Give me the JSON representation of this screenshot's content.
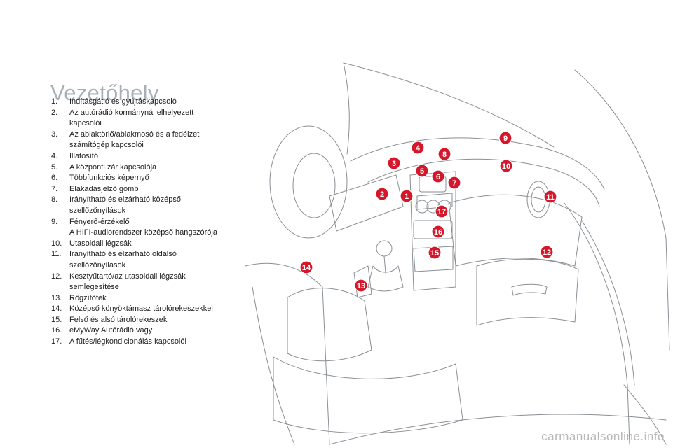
{
  "title": "Vezetőhely",
  "legend": [
    {
      "num": "1.",
      "lines": [
        "Indításgátló és gyújtáskapcsoló"
      ]
    },
    {
      "num": "2.",
      "lines": [
        "Az autórádió kormánynál elhelyezett",
        "kapcsolói"
      ]
    },
    {
      "num": "3.",
      "lines": [
        "Az ablaktörlő/ablakmosó és a fedélzeti",
        "számítógép kapcsolói"
      ]
    },
    {
      "num": "4.",
      "lines": [
        "Illatosító"
      ]
    },
    {
      "num": "5.",
      "lines": [
        "A központi zár kapcsolója"
      ]
    },
    {
      "num": "6.",
      "lines": [
        "Többfunkciós képernyő"
      ]
    },
    {
      "num": "7.",
      "lines": [
        "Elakadásjelző gomb"
      ]
    },
    {
      "num": "8.",
      "lines": [
        "Irányítható és elzárható középső",
        "szellőzőnyílások"
      ]
    },
    {
      "num": "9.",
      "lines": [
        "Fényerő-érzékelő",
        "A HIFI-audiorendszer középső hangszórója"
      ]
    },
    {
      "num": "10.",
      "lines": [
        "Utasoldali légzsák"
      ]
    },
    {
      "num": "11.",
      "lines": [
        "Irányítható és elzárható oldalsó",
        "szellőzőnyílások"
      ]
    },
    {
      "num": "12.",
      "lines": [
        "Kesztyűtartó/az utasoldali légzsák",
        "semlegesítése"
      ]
    },
    {
      "num": "13.",
      "lines": [
        "Rögzítőfék"
      ]
    },
    {
      "num": "14.",
      "lines": [
        "Középső könyöktámasz tárolórekeszekkel"
      ]
    },
    {
      "num": "15.",
      "lines": [
        "Felső és alsó tárolórekeszek"
      ]
    },
    {
      "num": "16.",
      "lines": [
        "eMyWay Autórádió vagy"
      ]
    },
    {
      "num": "17.",
      "lines": [
        "A fűtés/légkondicionálás kapcsolói"
      ]
    }
  ],
  "markers": [
    "1",
    "2",
    "3",
    "4",
    "5",
    "6",
    "7",
    "8",
    "9",
    "10",
    "11",
    "12",
    "13",
    "14",
    "15",
    "16",
    "17"
  ],
  "watermark": "carmanualsonline.info",
  "colors": {
    "marker": "#d4172b",
    "title": "#a7b0b8",
    "linework": "#8a8f94"
  }
}
